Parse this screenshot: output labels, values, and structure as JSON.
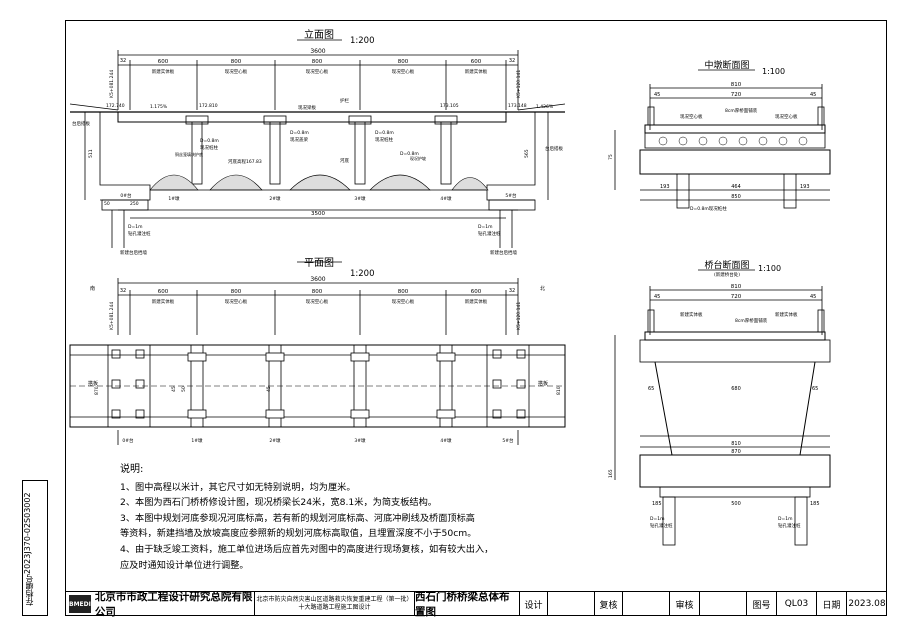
{
  "binding": {
    "label": "2023J370-02S03002",
    "archive_label": "存档编号"
  },
  "elevation": {
    "title": "立面图",
    "scale": "1:200",
    "total": "3600",
    "spans": [
      "600",
      "800",
      "800",
      "800",
      "600"
    ],
    "end_offsets": [
      "32",
      "32"
    ],
    "span_labels": [
      "新建实体板",
      "现况空心板",
      "现况空心板",
      "现况空心板",
      "新建实体板"
    ],
    "bridge_deck": "现况梁板",
    "railing": "护栏",
    "elevations": [
      "172.740",
      "172.810",
      "173.105",
      "173.148"
    ],
    "slope_left": "1.175%",
    "slope_right": "1.426%",
    "stations": [
      "K5+081.244",
      "K5+120.141"
    ],
    "pier_labels": [
      "1#墩",
      "2#墩",
      "3#墩",
      "4#墩"
    ],
    "abut_labels": [
      "0#台",
      "5#台"
    ],
    "pile_dia": "D=0.8m",
    "pile_label": "现况桩柱",
    "cap_label": "现况盖梁",
    "riverbed": "河底",
    "bed_elev": "河底高程167.83",
    "repair_label": "铜丝笼填块护底",
    "scour_label": "现况护坡",
    "abut_pile": "D=1m",
    "abut_pile_label": "钻孔灌注桩",
    "new_abut": "新建台后挡墙",
    "bottom": "3500",
    "road_label": "台后搭板",
    "dim_50": "50",
    "dim_250": "250",
    "dim_511": "511",
    "dim_565": "565"
  },
  "plan": {
    "title": "平面图",
    "scale": "1:200",
    "total": "3600",
    "spans": [
      "600",
      "800",
      "800",
      "800",
      "600"
    ],
    "end_offsets": [
      "32",
      "32"
    ],
    "span_labels": [
      "新建实体板",
      "现况空心板",
      "现况空心板",
      "现况空心板",
      "新建实体板"
    ],
    "left_dir": "南",
    "right_dir": "北",
    "approach": "搭板",
    "stations": [
      "K5+081.244",
      "K5+120.141"
    ],
    "pier_labels": [
      "0#台",
      "1#墩",
      "2#墩",
      "3#墩",
      "4#墩",
      "5#台"
    ],
    "widths": [
      "45",
      "50",
      "45"
    ],
    "total_width": "870",
    "half": "810"
  },
  "pier_section": {
    "title": "中墩断面图",
    "scale": "1:100",
    "total": "810",
    "inner": "720",
    "edge": "45",
    "label_a": "现况空心板",
    "label_b": "8cm厚桥面铺装",
    "cap": "193",
    "mid": "464",
    "cap_width": "850",
    "pile": "D=0.8m现况桩柱",
    "height": "75"
  },
  "abut_section": {
    "title": "桥台断面图",
    "subtitle": "(新建桥台处)",
    "scale": "1:100",
    "total": "810",
    "inner": "720",
    "edge": "45",
    "label_a": "新建实体板",
    "label_b": "8cm厚桥面铺装",
    "side": "65",
    "body": "680",
    "base_top": "810",
    "base": "870",
    "footing": "500",
    "edge2": "185",
    "height": "165",
    "pile": "D=1m",
    "pile_label": "钻孔灌注桩"
  },
  "notes": {
    "heading": "说明:",
    "lines": [
      "1、图中高程以米计，其它尺寸如无特别说明，均为厘米。",
      "2、本图为西石门桥桥修设计图，现况桥梁长24米，宽8.1米，为简支板结构。",
      "3、本图中规划河底参现况河底标高，若有新的规划河底标高、河底冲刷线及桥面顶标高",
      "   等资料，新建挡墙及放坡高度应参照新的规划河底标高取值，且埋置深度不小于50cm。",
      "4、由于缺乏竣工资料，施工单位进场后应首先对图中的高度进行现场复核，如有较大出入，",
      "   应及时通知设计单位进行调整。"
    ]
  },
  "title_block": {
    "logo": "BMEDI",
    "company": "北京市市政工程设计研究总院有限公司",
    "project_line1": "北京市防灾自然灾害山区道路救灾恢复重建工程（第一批）",
    "project_line2": "十大路道路工程施工图设计",
    "drawing_title": "西石门桥桥梁总体布置图",
    "design_label": "设计",
    "check_label": "复核",
    "review_label": "审核",
    "drawing_no_label": "图号",
    "drawing_no": "QL03",
    "date_label": "日期",
    "date": "2023.08"
  }
}
